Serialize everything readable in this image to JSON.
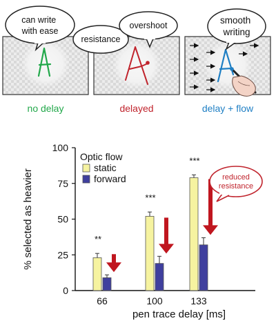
{
  "panels": [
    {
      "label": "no delay",
      "label_color": "#22a84a",
      "letter_color": "#22a84a",
      "bubbles": [
        "can write\nwith ease"
      ]
    },
    {
      "label": "delayed",
      "label_color": "#c0232c",
      "letter_color": "#c0232c",
      "bubbles": [
        "resistance",
        "overshoot"
      ]
    },
    {
      "label": "delay + flow",
      "label_color": "#1f7fc4",
      "letter_color": "#1f7fc4",
      "bubbles": [
        "smooth\nwriting"
      ]
    }
  ],
  "callout": {
    "text": "reduced\nresistance",
    "color": "#c0232c"
  },
  "colors": {
    "static": "#f6f3a0",
    "forward": "#3f3f9e",
    "arrow": "#c0161f"
  },
  "chart_data": {
    "type": "bar",
    "categories": [
      "66",
      "100",
      "133"
    ],
    "series": [
      {
        "name": "static",
        "values": [
          23,
          52,
          79
        ],
        "errors": [
          3,
          3,
          2
        ]
      },
      {
        "name": "forward",
        "values": [
          9,
          19,
          32
        ],
        "errors": [
          2,
          5,
          5
        ]
      }
    ],
    "significance": [
      "**",
      "***",
      "***"
    ],
    "legend_title": "Optic flow",
    "xlabel": "pen trace delay [ms]",
    "ylabel": "% selected as heavier",
    "ylim": [
      0,
      100
    ],
    "yticks": [
      0,
      25,
      50,
      75,
      100
    ],
    "legend_position": "top-left"
  }
}
